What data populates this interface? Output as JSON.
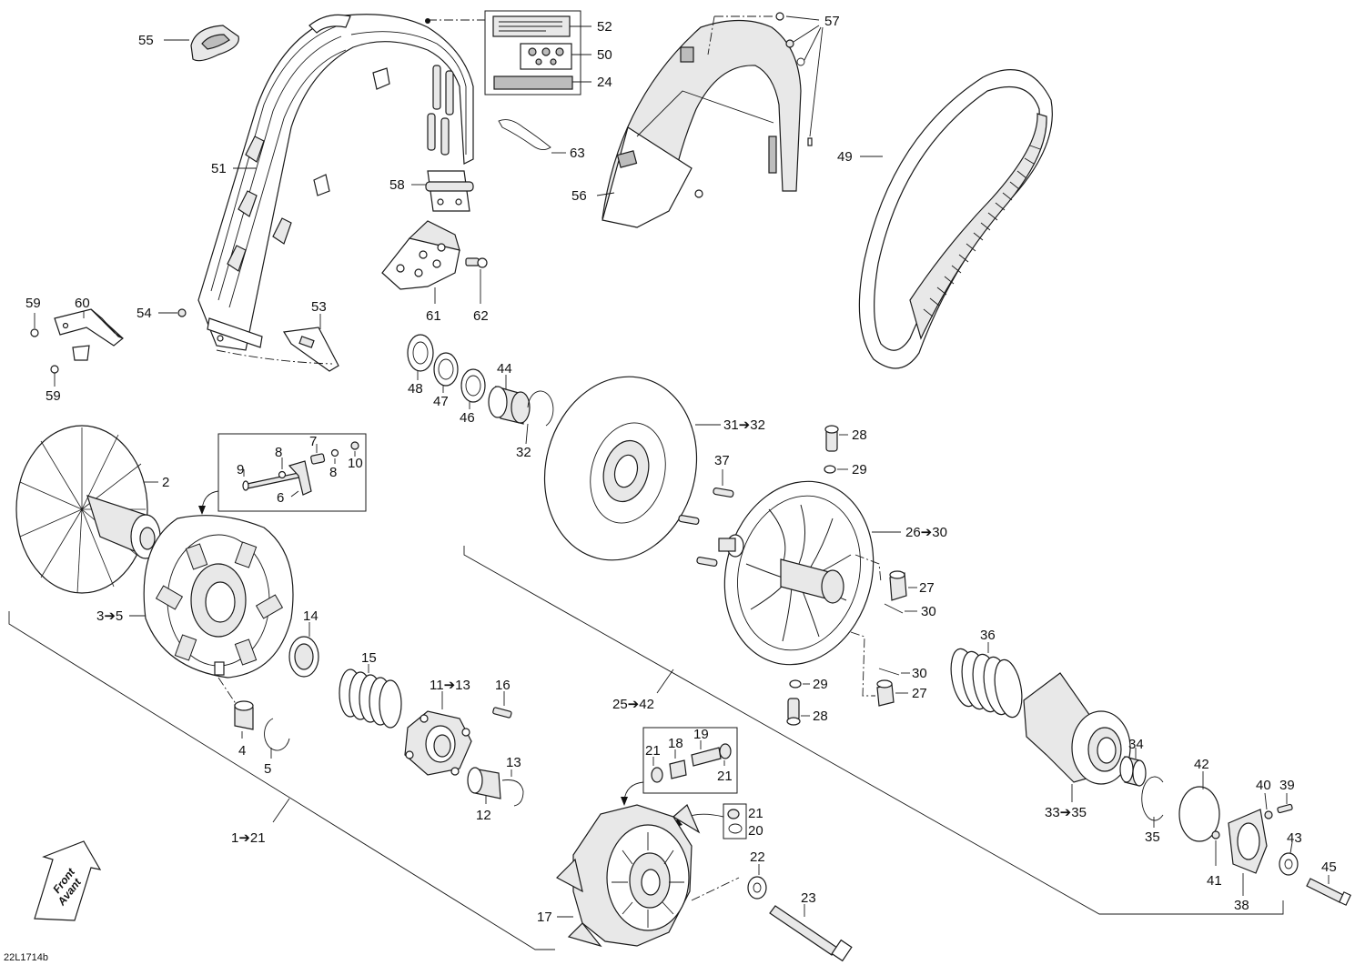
{
  "diagram": {
    "drawing_code": "22L1714b",
    "front_arrow": {
      "line1": "Front",
      "line2": "Avant"
    },
    "callouts": {
      "c55": "55",
      "c51": "51",
      "c52": "52",
      "c50": "50",
      "c24": "24",
      "c63": "63",
      "c58": "58",
      "c61": "61",
      "c62": "62",
      "c57": "57",
      "c56": "56",
      "c49": "49",
      "c59a": "59",
      "c59b": "59",
      "c60": "60",
      "c54": "54",
      "c53": "53",
      "c48": "48",
      "c47": "47",
      "c46": "46",
      "c44": "44",
      "c32": "32",
      "c31": "31➔32",
      "c2": "2",
      "c9": "9",
      "c8a": "8",
      "c8b": "8",
      "c7": "7",
      "c10": "10",
      "c6": "6",
      "c3": "3➔5",
      "c14": "14",
      "c4": "4",
      "c5": "5",
      "c15": "15",
      "c11": "11➔13",
      "c16": "16",
      "c13": "13",
      "c12": "12",
      "c1": "1➔21",
      "c37": "37",
      "c28a": "28",
      "c29a": "29",
      "c26": "26➔30",
      "c27a": "27",
      "c30a": "30",
      "c25": "25➔42",
      "c29b": "29",
      "c28b": "28",
      "c30b": "30",
      "c27b": "27",
      "c36": "36",
      "c21a": "21",
      "c18": "18",
      "c19": "19",
      "c21b": "21",
      "c21c": "21",
      "c20": "20",
      "c17": "17",
      "c22": "22",
      "c23": "23",
      "c33": "33➔35",
      "c34": "34",
      "c35": "35",
      "c42": "42",
      "c40": "40",
      "c39": "39",
      "c41": "41",
      "c43": "43",
      "c38": "38",
      "c45": "45"
    }
  }
}
